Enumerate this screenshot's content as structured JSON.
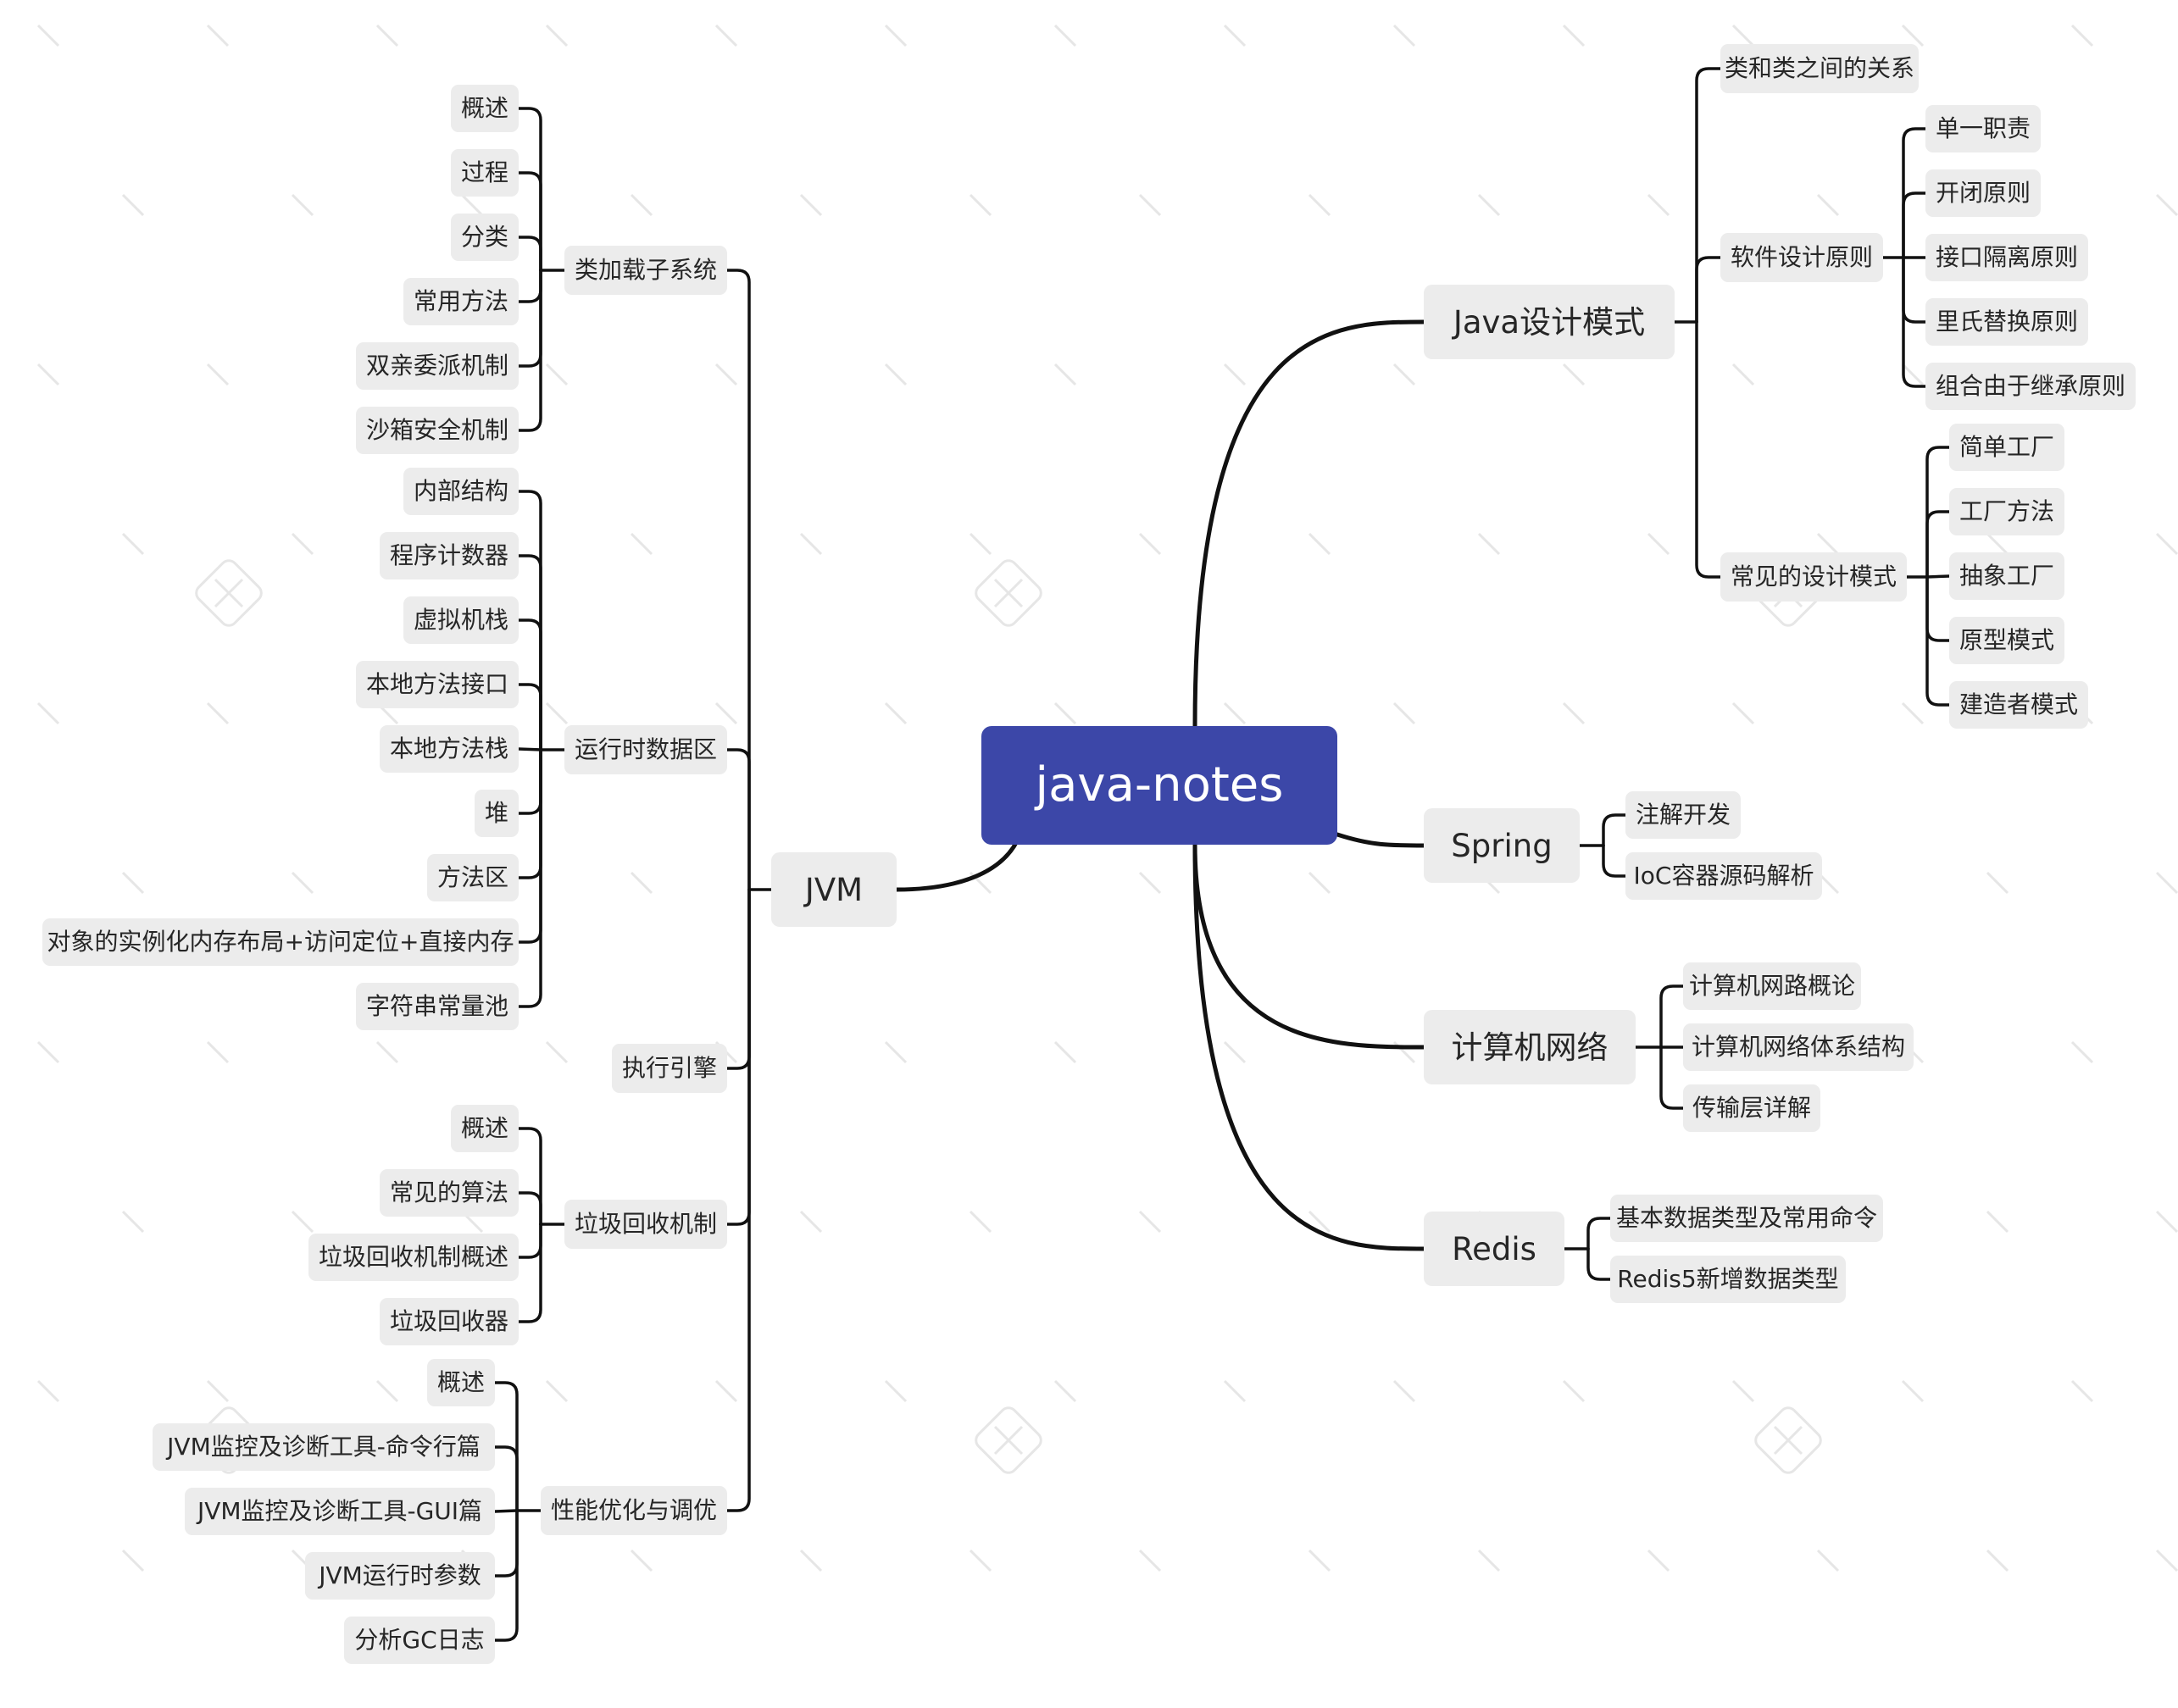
{
  "root": {
    "label": "java-notes"
  },
  "jvm": {
    "label": "JVM",
    "class_loader": {
      "label": "类加载子系统",
      "items": [
        "概述",
        "过程",
        "分类",
        "常用方法",
        "双亲委派机制",
        "沙箱安全机制"
      ]
    },
    "runtime_data": {
      "label": "运行时数据区",
      "items": [
        "内部结构",
        "程序计数器",
        "虚拟机栈",
        "本地方法接口",
        "本地方法栈",
        "堆",
        "方法区",
        "对象的实例化内存布局+访问定位+直接内存",
        "字符串常量池"
      ]
    },
    "execution_engine": {
      "label": "执行引擎"
    },
    "gc": {
      "label": "垃圾回收机制",
      "items": [
        "概述",
        "常见的算法",
        "垃圾回收机制概述",
        "垃圾回收器"
      ]
    },
    "perf": {
      "label": "性能优化与调优",
      "items": [
        "概述",
        "JVM监控及诊断工具-命令行篇",
        "JVM监控及诊断工具-GUI篇",
        "JVM运行时参数",
        "分析GC日志"
      ]
    }
  },
  "design_patterns": {
    "label": "Java设计模式",
    "class_relations": {
      "label": "类和类之间的关系"
    },
    "principles": {
      "label": "软件设计原则",
      "items": [
        "单一职责",
        "开闭原则",
        "接口隔离原则",
        "里氏替换原则",
        "组合由于继承原则"
      ]
    },
    "common_patterns": {
      "label": "常见的设计模式",
      "items": [
        "简单工厂",
        "工厂方法",
        "抽象工厂",
        "原型模式",
        "建造者模式"
      ]
    }
  },
  "spring": {
    "label": "Spring",
    "items": [
      "注解开发",
      "IoC容器源码解析"
    ]
  },
  "network": {
    "label": "计算机网络",
    "items": [
      "计算机网路概论",
      "计算机网络体系结构",
      "传输层详解"
    ]
  },
  "redis": {
    "label": "Redis",
    "items": [
      "基本数据类型及常用命令",
      "Redis5新增数据类型"
    ]
  },
  "colors": {
    "root_fill": "#3c47a8",
    "node_fill": "#ececec",
    "line": "#111111",
    "background": "#ffffff"
  }
}
